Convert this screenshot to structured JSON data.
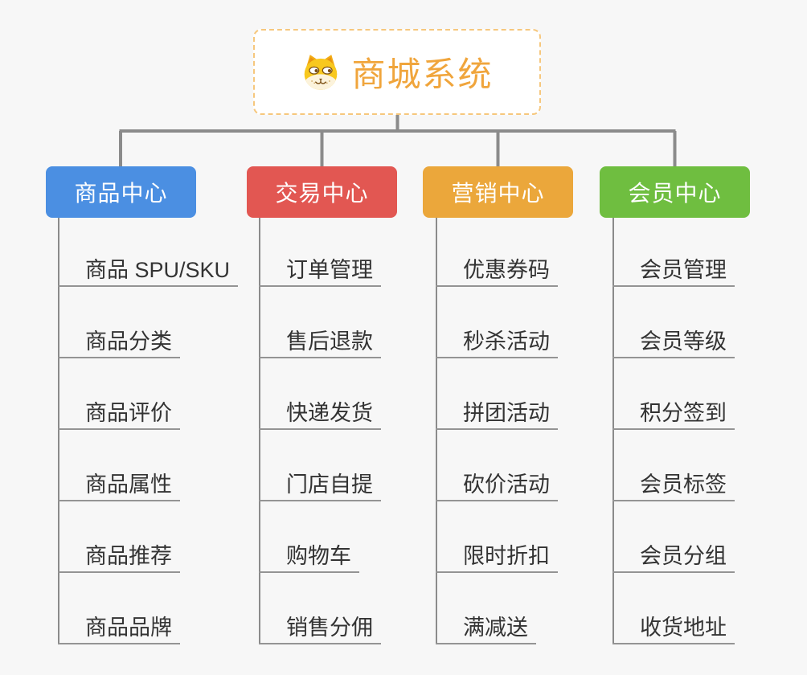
{
  "app": {
    "background_color": "#f7f7f7",
    "connector_color": "#8b8b8b"
  },
  "root": {
    "title": "商城系统",
    "icon": "dog-face-icon",
    "text_color": "#f0a53c",
    "border_color": "#f6c77d"
  },
  "branches": [
    {
      "label": "商品中心",
      "color": "#4b8fe2",
      "children": [
        "商品 SPU/SKU",
        "商品分类",
        "商品评价",
        "商品属性",
        "商品推荐",
        "商品品牌"
      ]
    },
    {
      "label": "交易中心",
      "color": "#e25752",
      "children": [
        "订单管理",
        "售后退款",
        "快递发货",
        "门店自提",
        "购物车",
        "销售分佣"
      ]
    },
    {
      "label": "营销中心",
      "color": "#eba73b",
      "children": [
        "优惠券码",
        "秒杀活动",
        "拼团活动",
        "砍价活动",
        "限时折扣",
        "满减送"
      ]
    },
    {
      "label": "会员中心",
      "color": "#6fbe40",
      "children": [
        "会员管理",
        "会员等级",
        "积分签到",
        "会员标签",
        "会员分组",
        "收货地址"
      ]
    }
  ]
}
